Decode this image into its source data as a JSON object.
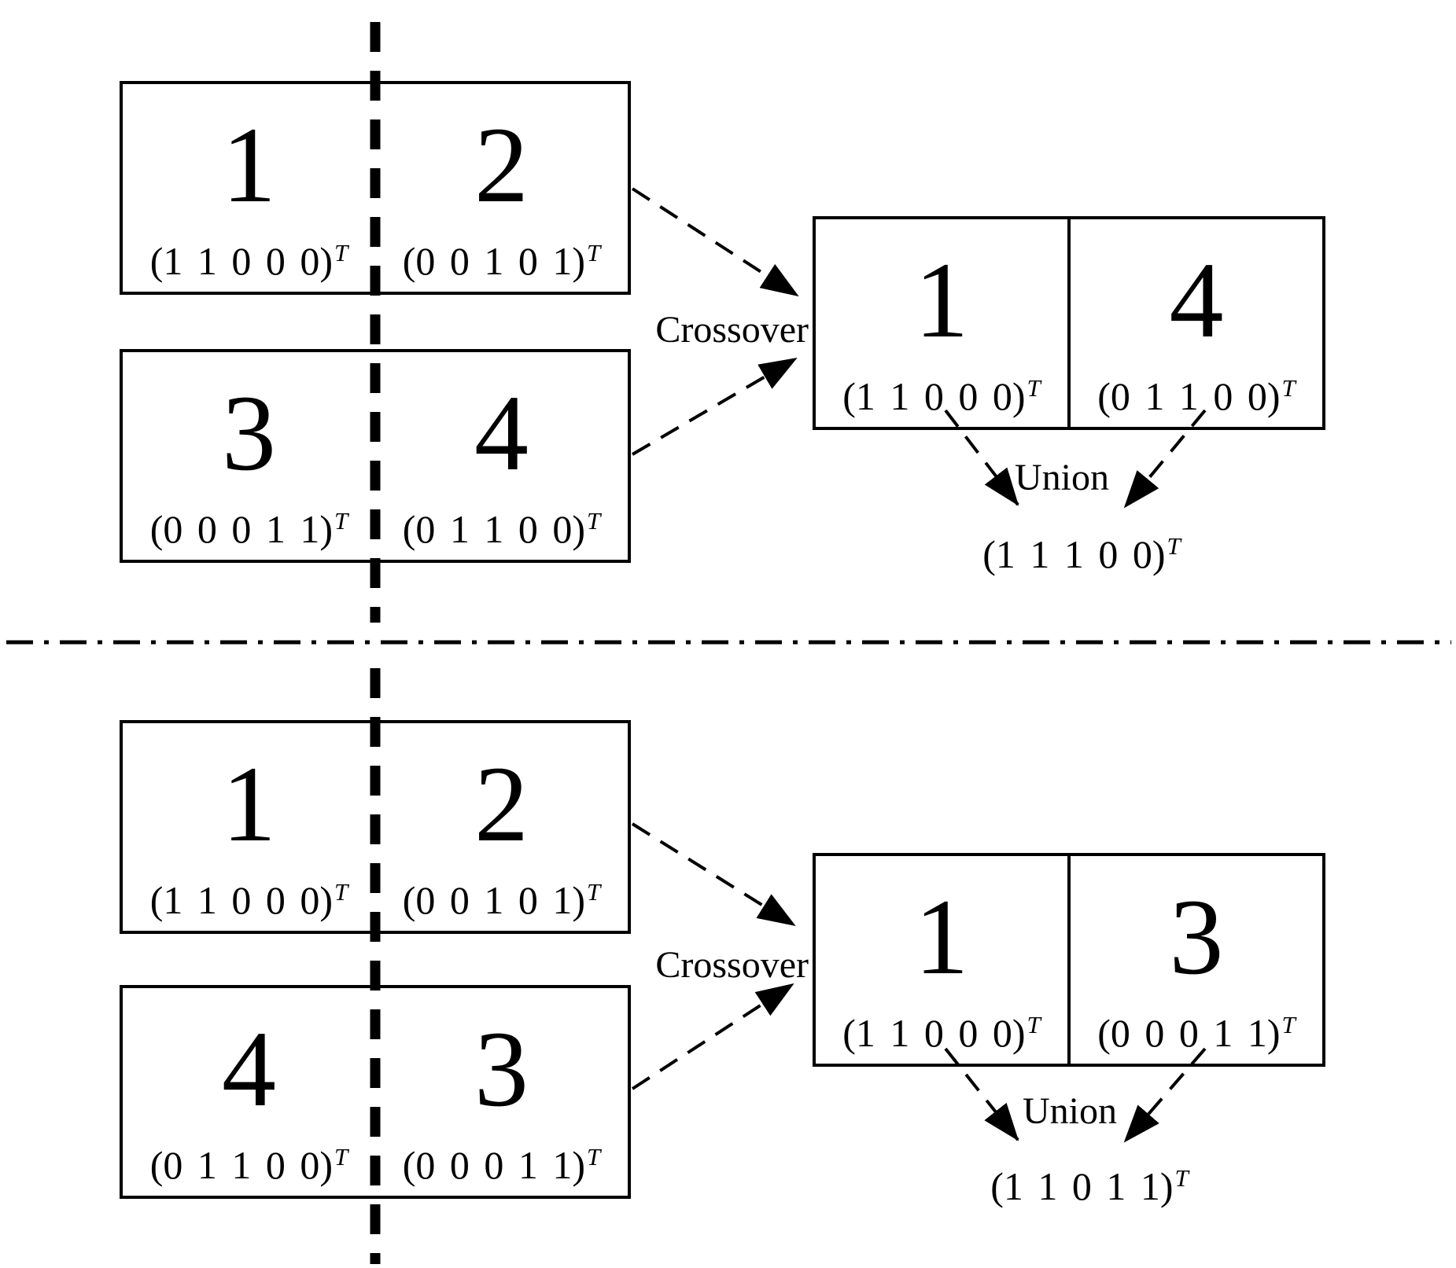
{
  "figure": {
    "transpose": "T",
    "colors": {
      "ink": "#000000",
      "background": "#ffffff"
    },
    "sections": [
      {
        "name": "top",
        "crossover_label": "Crossover",
        "union_label": "Union",
        "parent_boxes": [
          {
            "cells": [
              {
                "number": "1",
                "vector": "(1 1 0 0 0)"
              },
              {
                "number": "2",
                "vector": "(0 0 1 0 1)"
              }
            ]
          },
          {
            "cells": [
              {
                "number": "3",
                "vector": "(0 0 0 1 1)"
              },
              {
                "number": "4",
                "vector": "(0 1 1 0 0)"
              }
            ]
          }
        ],
        "offspring_box": {
          "cells": [
            {
              "number": "1",
              "vector": "(1 1 0 0 0)"
            },
            {
              "number": "4",
              "vector": "(0 1 1 0 0)"
            }
          ]
        },
        "union_result": "(1 1 1 0 0)"
      },
      {
        "name": "bottom",
        "crossover_label": "Crossover",
        "union_label": "Union",
        "parent_boxes": [
          {
            "cells": [
              {
                "number": "1",
                "vector": "(1 1 0 0 0)"
              },
              {
                "number": "2",
                "vector": "(0 0 1 0 1)"
              }
            ]
          },
          {
            "cells": [
              {
                "number": "4",
                "vector": "(0 1 1 0 0)"
              },
              {
                "number": "3",
                "vector": "(0 0 0 1 1)"
              }
            ]
          }
        ],
        "offspring_box": {
          "cells": [
            {
              "number": "1",
              "vector": "(1 1 0 0 0)"
            },
            {
              "number": "3",
              "vector": "(0 0 0 1 1)"
            }
          ]
        },
        "union_result": "(1 1 0 1 1)"
      }
    ]
  }
}
